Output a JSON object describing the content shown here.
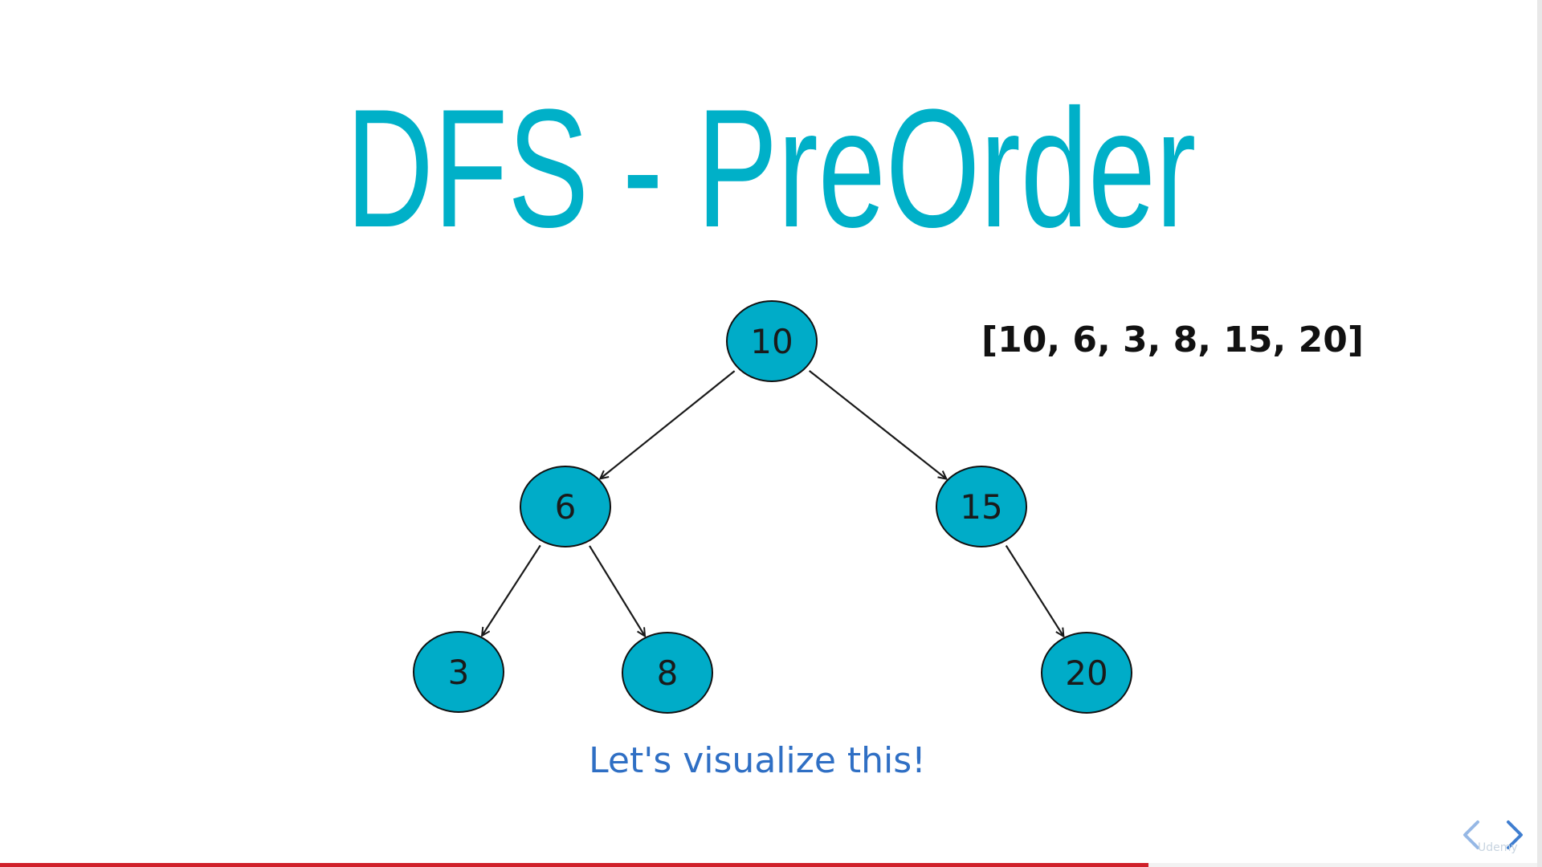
{
  "slide": {
    "title": "DFS - PreOrder",
    "result": "[10, 6, 3, 8, 15, 20]",
    "caption": "Let's visualize this!",
    "watermark": "Udemy"
  },
  "tree": {
    "nodes": [
      {
        "id": "n10",
        "label": "10"
      },
      {
        "id": "n6",
        "label": "6"
      },
      {
        "id": "n15",
        "label": "15"
      },
      {
        "id": "n3",
        "label": "3"
      },
      {
        "id": "n8",
        "label": "8"
      },
      {
        "id": "n20",
        "label": "20"
      }
    ],
    "edges": [
      {
        "from": "n10",
        "to": "n6"
      },
      {
        "from": "n10",
        "to": "n15"
      },
      {
        "from": "n6",
        "to": "n3"
      },
      {
        "from": "n6",
        "to": "n8"
      },
      {
        "from": "n15",
        "to": "n20"
      }
    ]
  },
  "progress": {
    "fraction": 0.745
  },
  "colors": {
    "title": "#00b0c8",
    "node_fill": "#00acc8",
    "caption": "#2f6fc4",
    "progress": "#d0202a",
    "nav": "#3f7ed0"
  },
  "icons": {
    "prev": "chevron-left-icon",
    "next": "chevron-right-icon"
  }
}
